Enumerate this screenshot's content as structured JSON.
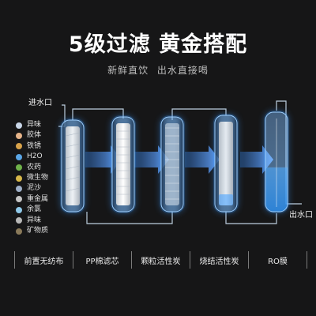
{
  "header": {
    "title": "5级过滤 黄金搭配",
    "subtitle": [
      "新鲜直饮",
      "出水直接喝"
    ]
  },
  "ports": {
    "inlet": "进水口",
    "outlet": "出水口"
  },
  "contaminants": [
    {
      "label": "异味",
      "color": "#c9d6e8"
    },
    {
      "label": "胶体",
      "color": "#e6b48a"
    },
    {
      "label": "铁锈",
      "color": "#d8a24a"
    },
    {
      "label": "H2O",
      "color": "#5aa6e6"
    },
    {
      "label": "农药",
      "color": "#6fb24a"
    },
    {
      "label": "微生物",
      "color": "#d8b84a"
    },
    {
      "label": "泥沙",
      "color": "#9fb0c8"
    },
    {
      "label": "重金属",
      "color": "#c4c4c4"
    },
    {
      "label": "余氯",
      "color": "#8fc8e8"
    },
    {
      "label": "异味",
      "color": "#b8b8b8"
    },
    {
      "label": "矿物质",
      "color": "#8a7a5a"
    }
  ],
  "stages": [
    {
      "label": "前置无纺布"
    },
    {
      "label": "PP棉滤芯"
    },
    {
      "label": "颗粒活性炭"
    },
    {
      "label": "烧结活性炭"
    },
    {
      "label": "RO膜"
    }
  ],
  "colors": {
    "background": "#161617",
    "glow": "#3d9bff",
    "pipe": "#cfe3f5",
    "arrow": "#5a8fd6"
  }
}
